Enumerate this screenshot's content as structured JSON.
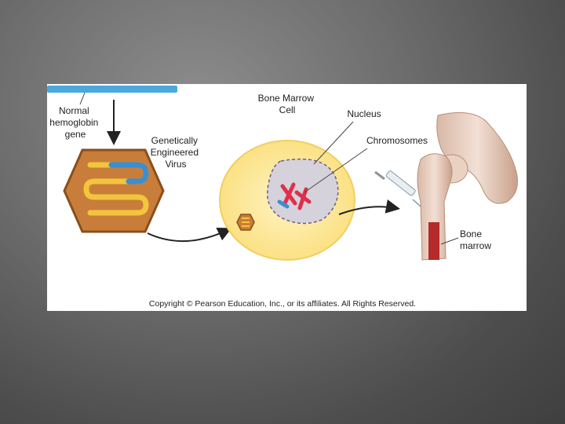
{
  "labels": {
    "gene": [
      "Normal",
      "hemoglobin",
      "gene"
    ],
    "virus": [
      "Genetically",
      "Engineered",
      "Virus"
    ],
    "cell": [
      "Bone Marrow",
      "Cell"
    ],
    "nucleus": "Nucleus",
    "chromosomes": "Chromosomes",
    "marrow": [
      "Bone",
      "marrow"
    ]
  },
  "copyright": "Copyright © Pearson Education, Inc., or its affiliates. All Rights Reserved.",
  "colors": {
    "gene_bar": "#4aa8de",
    "capsid": "#c97d3a",
    "capsid_edge": "#8a4f1b",
    "dna_yellow": "#f2c53d",
    "dna_blue": "#3a8fd0",
    "cell": "#fbe38e",
    "nucleus": "#d6d2dc",
    "chromosome_red": "#e0304a",
    "marrow_red": "#b52a2a",
    "bone": "#e9d3c5"
  }
}
